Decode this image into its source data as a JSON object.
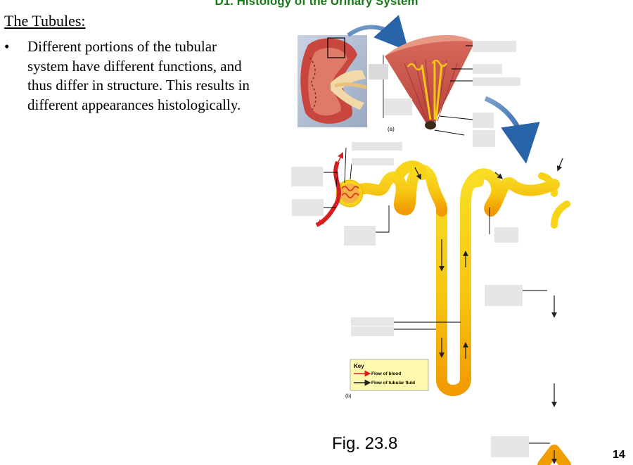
{
  "slide": {
    "title": "D1. Histology of the Urinary System",
    "heading": "The Tubules:",
    "bullet_symbol": "•",
    "bullet_text": "Different portions of the tubular system have different functions, and thus differ in structure. This results in different appearances histologically.",
    "figure_caption": "Fig. 23.8",
    "page_number": "14"
  },
  "figure": {
    "panel_a_label": "(a)",
    "panel_b_label": "(b)",
    "key": {
      "title": "Key",
      "items": [
        {
          "label": "Flow of blood",
          "color": "#e02020"
        },
        {
          "label": "Flow of tubular fluid",
          "color": "#222222"
        }
      ]
    }
  },
  "colors": {
    "tubule_yellow": "#f7d417",
    "tubule_orange": "#f29d00",
    "title_green": "#1a7a1a",
    "key_background": "#fff9b0",
    "label_box": "#e6e6e6"
  }
}
